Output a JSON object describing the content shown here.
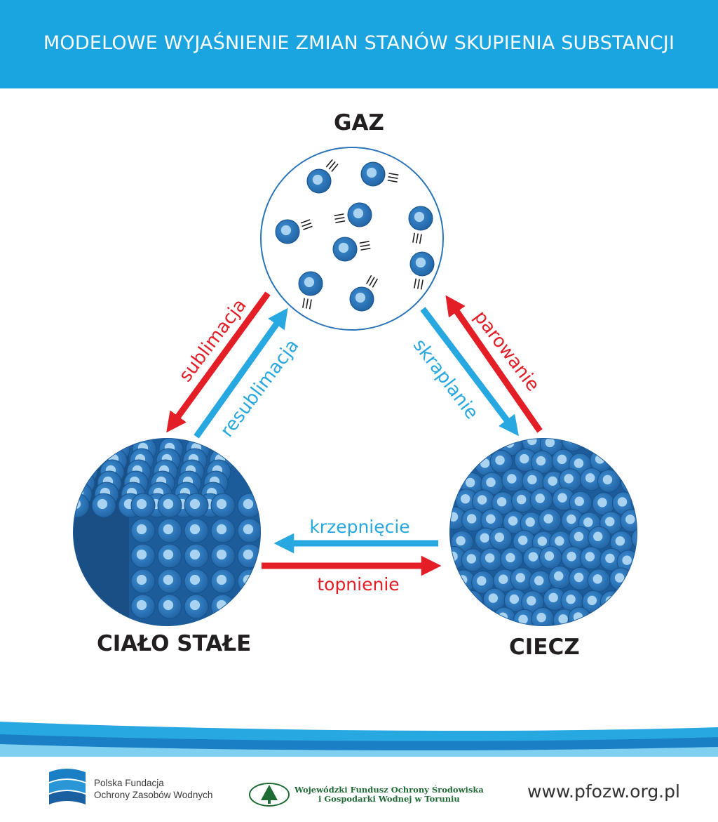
{
  "header": {
    "title": "MODELOWE WYJAŚNIENIE ZMIAN STANÓW SKUPIENIA SUBSTANCJI"
  },
  "states": {
    "gas": "GAZ",
    "solid": "CIAŁO STAŁE",
    "liquid": "CIECZ"
  },
  "transitions": {
    "sublimation": "sublimacja",
    "deposition": "resublimacja",
    "condensation": "skraplanie",
    "evaporation": "parowanie",
    "freezing": "krzepnięcie",
    "melting": "topnienie"
  },
  "footer": {
    "pfozw_line1": "Polska Fundacja",
    "pfozw_line2": "Ochrony Zasobów Wodnych",
    "wfos_line1": "Wojewódzki Fundusz Ochrony Środowiska",
    "wfos_line2": "i Gospodarki Wodnej w Toruniu",
    "website": "www.pfozw.org.pl"
  },
  "colors": {
    "header_blue": "#1aa5e0",
    "heating_red": "#e31e26",
    "cooling_blue": "#28a8e0",
    "particle_blue": "#2a74b8",
    "particle_highlight": "#a9d3f0"
  }
}
